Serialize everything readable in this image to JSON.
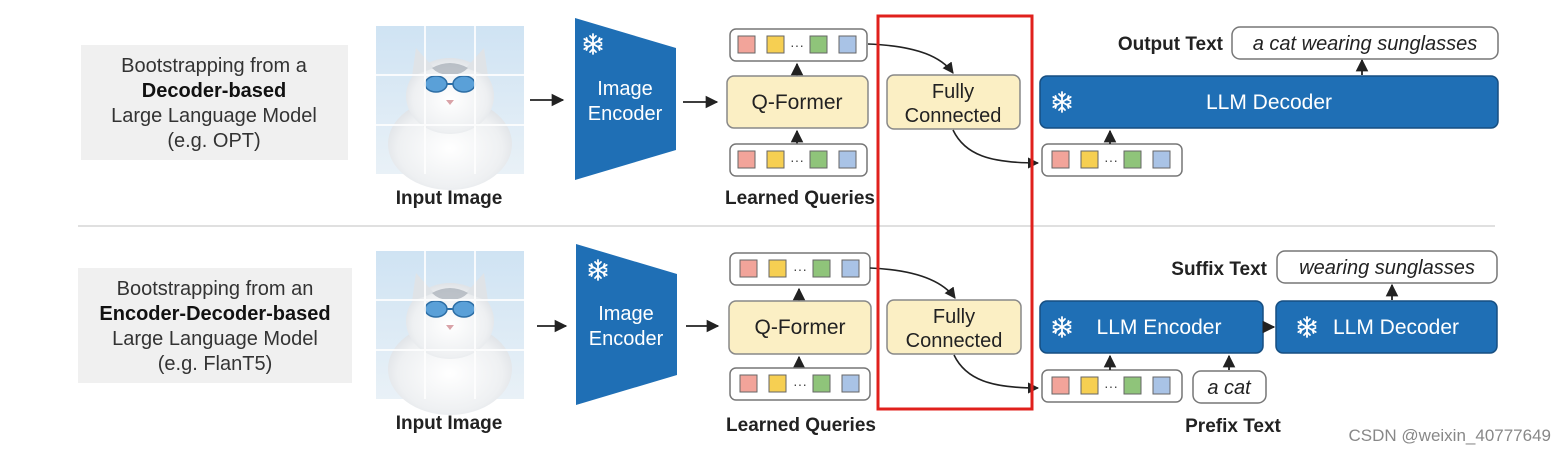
{
  "top": {
    "label_lines": [
      "Bootstrapping from a",
      "Decoder-based",
      "Large Language Model",
      "(e.g. OPT)"
    ],
    "input_image_caption": "Input Image",
    "image_encoder_lines": [
      "Image",
      "Encoder"
    ],
    "qformer_label": "Q-Former",
    "learned_queries_caption": "Learned Queries",
    "fc_lines": [
      "Fully",
      "Connected"
    ],
    "llm_decoder_label": "LLM Decoder",
    "output_text_caption": "Output Text",
    "output_text_value": "a cat wearing sunglasses"
  },
  "bottom": {
    "label_lines": [
      "Bootstrapping from an",
      "Encoder-Decoder-based",
      "Large Language Model",
      "(e.g. FlanT5)"
    ],
    "input_image_caption": "Input Image",
    "image_encoder_lines": [
      "Image",
      "Encoder"
    ],
    "qformer_label": "Q-Former",
    "learned_queries_caption": "Learned Queries",
    "fc_lines": [
      "Fully",
      "Connected"
    ],
    "llm_encoder_label": "LLM Encoder",
    "llm_decoder_label": "LLM Decoder",
    "suffix_text_caption": "Suffix Text",
    "suffix_text_value": "wearing sunglasses",
    "prefix_text_value": "a cat",
    "prefix_text_caption": "Prefix Text"
  },
  "token_ellipsis": "···",
  "watermark": "CSDN @weixin_40777649",
  "colors": {
    "encoder_blue": "#1f6fb5",
    "qformer_fill": "#fbefc4",
    "token_red": "#f2a49a",
    "token_yellow": "#f6cf52",
    "token_green": "#8fc47a",
    "token_blue": "#a9c3e6",
    "highlight_red": "#e0201c",
    "label_box_gray": "#f0f0f0"
  },
  "icons": [
    "snowflake-icon",
    "cat-image-icon"
  ]
}
